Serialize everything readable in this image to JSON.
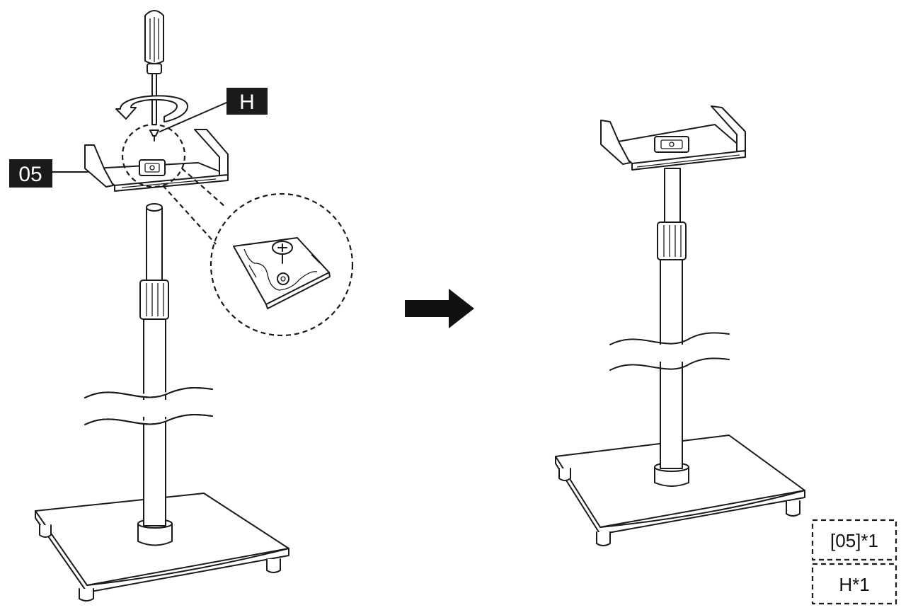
{
  "labels": {
    "bracket_tag": "05",
    "screw_tag": "H"
  },
  "parts_list": [
    {
      "text": "[05]*1"
    },
    {
      "text": "H*1"
    }
  ]
}
